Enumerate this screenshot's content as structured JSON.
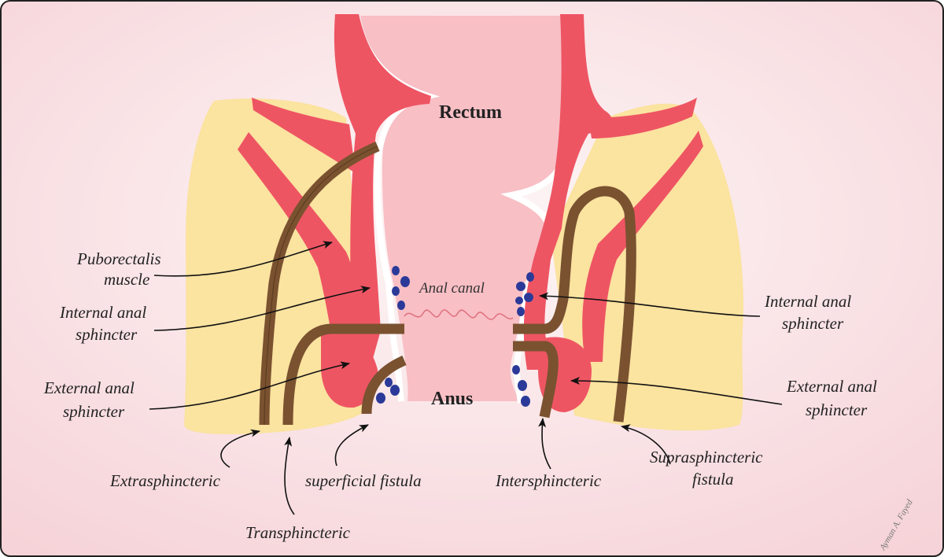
{
  "colors": {
    "background_inner": "#fdf6f6",
    "background_outer": "#f6d3d8",
    "fat": "#fbe3a0",
    "muscle": "#ee5563",
    "muscle_dark": "#d4404f",
    "mucosa": "#f8bfc5",
    "fistula": "#7a5230",
    "glands": "#2b3a98",
    "border": "#222222"
  },
  "labels": {
    "rectum": "Rectum",
    "anal_canal": "Anal canal",
    "anus": "Anus",
    "left_puborectalis_1": "Puborectalis",
    "left_puborectalis_2": "muscle",
    "left_internal_1": "Internal anal",
    "left_internal_2": "sphincter",
    "left_external_1": "External anal",
    "left_external_2": "sphincter",
    "right_internal_1": "Internal anal",
    "right_internal_2": "sphincter",
    "right_external_1": "External anal",
    "right_external_2": "sphincter",
    "extrasphincteric": "Extrasphincteric",
    "transphincteric": "Transphincteric",
    "superficial": "superficial fistula",
    "intersphincteric": "Intersphincteric",
    "suprasphincteric_1": "Suprasphincteric",
    "suprasphincteric_2": "fistula",
    "signature": "Ayman A. Fayed"
  }
}
